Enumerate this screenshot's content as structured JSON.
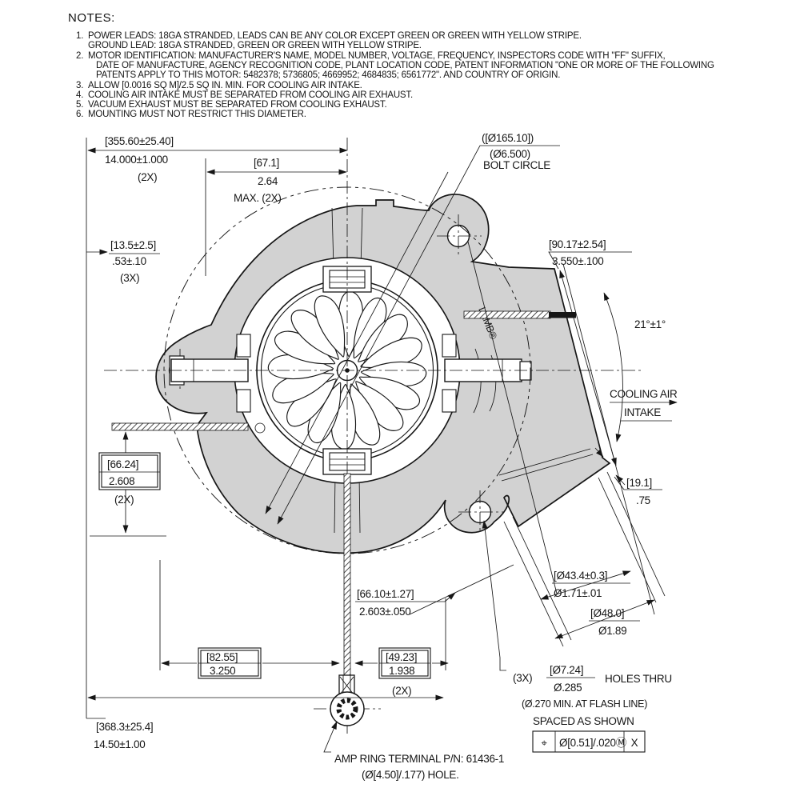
{
  "notes": {
    "title": "NOTES:",
    "items": [
      {
        "num": "1.",
        "lines": [
          "POWER LEADS: 18GA STRANDED, LEADS CAN BE ANY COLOR EXCEPT GREEN OR GREEN WITH YELLOW STRIPE.",
          "GROUND LEAD: 18GA STRANDED, GREEN OR GREEN WITH YELLOW STRIPE."
        ]
      },
      {
        "num": "2.",
        "lines": [
          "MOTOR IDENTIFICATION: MANUFACTURER'S NAME, MODEL NUMBER, VOLTAGE, FREQUENCY, INSPECTORS CODE WITH \"FF\" SUFFIX,",
          "DATE OF MANUFACTURE, AGENCY RECOGNITION CODE, PLANT LOCATION CODE, PATENT INFORMATION \"ONE OR MORE OF THE FOLLOWING",
          "PATENTS APPLY TO THIS MOTOR: 5482378; 5736805; 4669952; 4684835; 6561772\". AND COUNTRY OF ORIGIN."
        ]
      },
      {
        "num": "3.",
        "lines": [
          "ALLOW [0.0016 SQ M]/2.5 SQ IN. MIN. FOR COOLING AIR INTAKE."
        ]
      },
      {
        "num": "4.",
        "lines": [
          "COOLING AIR INTAKE MUST BE SEPARATED FROM COOLING AIR EXHAUST."
        ]
      },
      {
        "num": "5.",
        "lines": [
          "VACUUM EXHAUST MUST BE SEPARATED FROM COOLING EXHAUST."
        ]
      },
      {
        "num": "6.",
        "lines": [
          "MOUNTING MUST NOT RESTRICT THIS DIAMETER."
        ]
      }
    ]
  },
  "labels": {
    "lead_length": {
      "mm": "[355.60±25.40]",
      "inch": "14.000±1.000",
      "qty": "(2X)"
    },
    "max_width": {
      "mm": "[67.1]",
      "inch": "2.64",
      "note": "MAX. (2X)"
    },
    "bolt_circle": {
      "mm": "([Ø165.10])",
      "inch": "(Ø6.500)",
      "name": "BOLT CIRCLE"
    },
    "flange_thickness": {
      "mm": "[13.5±2.5]",
      "inch": ".53±.10",
      "qty": "(3X)"
    },
    "intake_offset": {
      "mm": "[90.17±2.54]",
      "inch": "3.550±.100"
    },
    "intake_angle": "21°±1°",
    "cooling_air": {
      "line1": "COOLING AIR",
      "line2": "INTAKE"
    },
    "base_height": {
      "mm": "[66.24]",
      "inch": "2.608",
      "qty": "(2X)"
    },
    "duct_wall": {
      "mm": "[19.1]",
      "inch": ".75"
    },
    "exhaust_id": {
      "mm": "[Ø43.4±0.3]",
      "inch": "Ø1.71±.01"
    },
    "exhaust_od": {
      "mm": "[Ø48.0]",
      "inch": "Ø1.89"
    },
    "lead_exit": {
      "mm": "[66.10±1.27]",
      "inch": "2.603±.050"
    },
    "hole_span_left": {
      "mm": "[82.55]",
      "inch": "3.250"
    },
    "hole_span_right": {
      "mm": "[49.23]",
      "inch": "1.938",
      "qty": "(2X)"
    },
    "mount_holes": {
      "qty": "(3X)",
      "mm": "[Ø7.24]",
      "inch": "Ø.285",
      "suffix": "HOLES THRU",
      "note1": "(Ø.270 MIN. AT FLASH LINE)",
      "note2": "SPACED AS SHOWN"
    },
    "fcf": {
      "symbol": "⌖",
      "tolerance": "Ø[0.51]/.020Ⓜ",
      "datum": "X"
    },
    "overall_length": {
      "mm": "[368.3±25.4]",
      "inch": "14.50±1.00"
    },
    "terminal": {
      "line1": "AMP RING TERMINAL P/N: 61436-1",
      "line2": "(Ø[4.50]/.177) HOLE."
    },
    "brand": "LAMB®"
  },
  "colors": {
    "line": "#161616",
    "housing_fill": "#d2d2d2",
    "background": "#ffffff"
  }
}
